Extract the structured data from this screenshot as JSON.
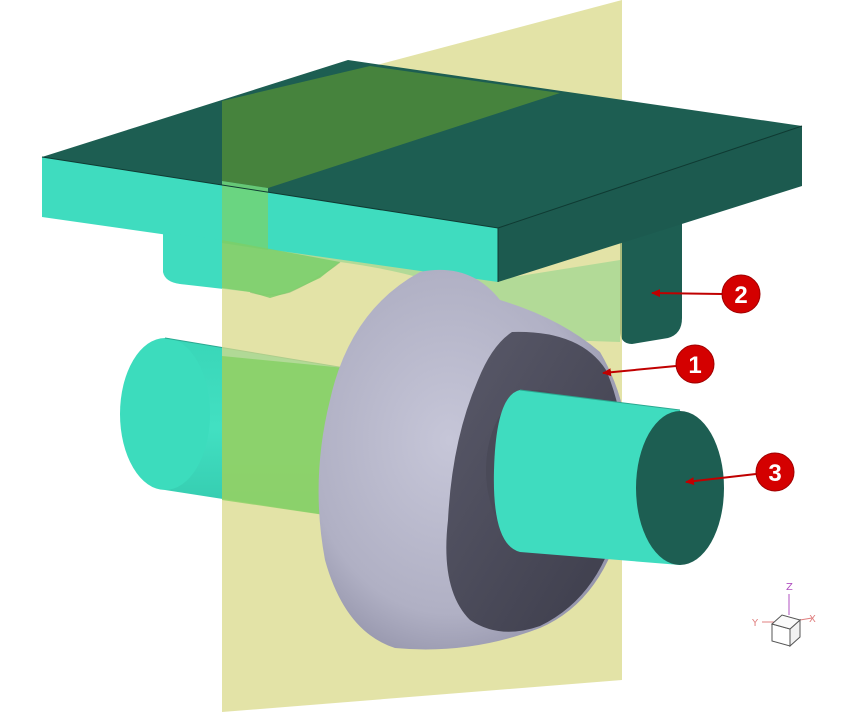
{
  "callouts": [
    {
      "id": "1",
      "label": "1",
      "target": "deformed-region"
    },
    {
      "id": "2",
      "label": "2",
      "target": "support-block"
    },
    {
      "id": "3",
      "label": "3",
      "target": "shaft-end-face"
    }
  ],
  "triad": {
    "z": "Z",
    "y": "Y",
    "x": "X"
  },
  "colors": {
    "teal_light": "#3fdcbf",
    "teal_dark": "#1d5e52",
    "plane_yellow": "#dcdc82",
    "disk_gray": "#b4b4c8",
    "callout_red": "#d40000"
  }
}
